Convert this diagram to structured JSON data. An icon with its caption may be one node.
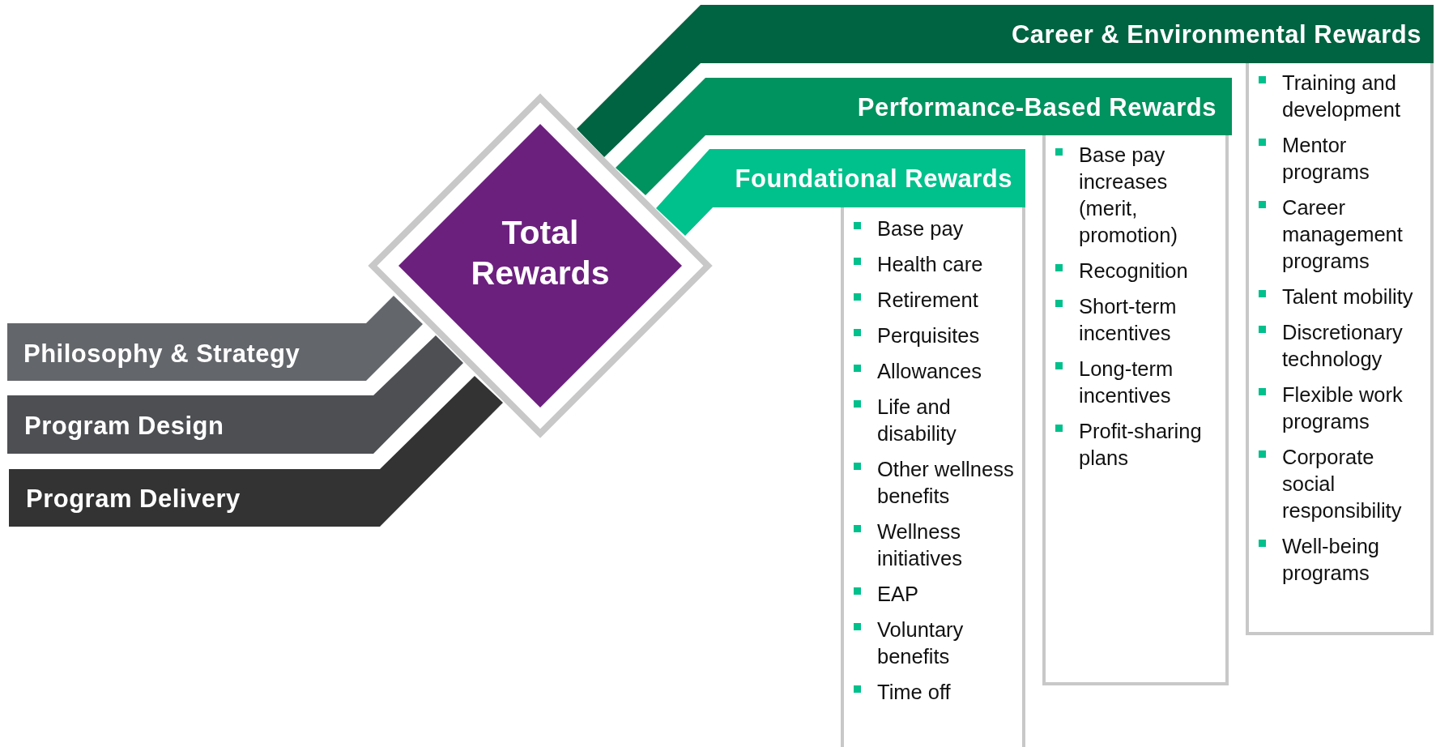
{
  "diagram": {
    "nodes": [
      {
        "text": [
          "Total Rewards"
        ]
      },
      {
        "text": [
          "Career & Environmental Rewards"
        ]
      },
      {
        "text": [
          "Performance-Based Rewards"
        ]
      },
      {
        "text": [
          "Foundational Rewards"
        ]
      },
      {
        "text": [
          "Philosophy & Strategy"
        ]
      },
      {
        "text": [
          "Program Design"
        ]
      },
      {
        "text": [
          "Program Delivery"
        ]
      },
      {
        "text": [
          "Base pay",
          "Health care",
          "Retirement",
          "Perquisites",
          "Allowances",
          "Life and disability",
          "Other wellness benefits",
          "Wellness initiatives",
          "EAP",
          "Voluntary benefits",
          "Time off"
        ]
      },
      {
        "text": [
          "Base pay increases (merit, promotion)",
          "Recognition",
          "Short-term incentives",
          "Long-term incentives",
          "Profit-sharing plans"
        ]
      },
      {
        "text": [
          "Training and development",
          "Mentor programs",
          "Career management programs",
          "Talent mobility",
          "Discretionary technology",
          "Flexible work programs",
          "Corporate social responsibility",
          "Well-being programs"
        ]
      }
    ],
    "edges": []
  }
}
